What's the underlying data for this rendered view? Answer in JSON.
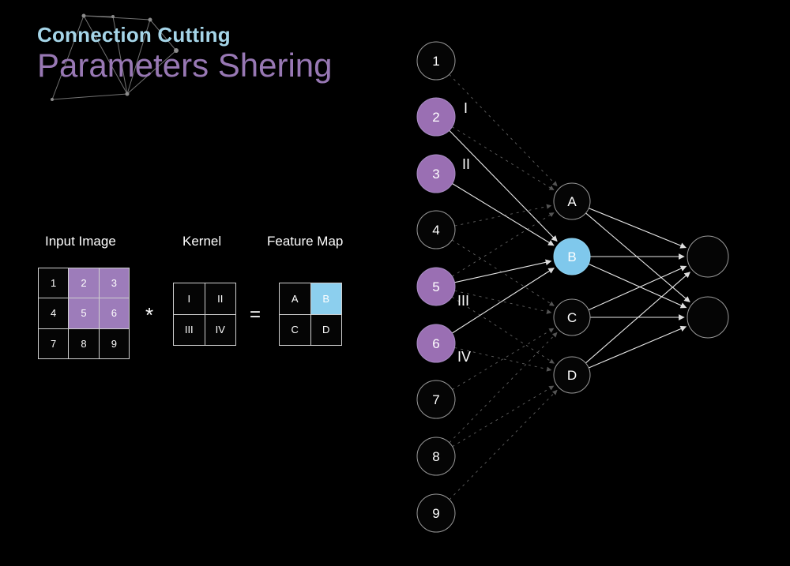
{
  "title": {
    "line1": "Connection Cutting",
    "line2": "Parameters Shering"
  },
  "colors": {
    "background": "#000000",
    "title_blue": "#a5d5e8",
    "title_purple": "#9878b4",
    "node_purple": "#9a6fb3",
    "node_blue": "#7fc8ec",
    "cell_purple": "#9d7cba",
    "cell_blue": "#8ccfee"
  },
  "convolution": {
    "input_label": "Input Image",
    "kernel_label": "Kernel",
    "feature_label": "Feature Map",
    "op_multiply": "*",
    "op_equals": "=",
    "input_cells": [
      "1",
      "2",
      "3",
      "4",
      "5",
      "6",
      "7",
      "8",
      "9"
    ],
    "highlighted_input_cells": [
      "2",
      "3",
      "5",
      "6"
    ],
    "kernel_cells": [
      "I",
      "II",
      "III",
      "IV"
    ],
    "feature_cells": [
      "A",
      "B",
      "C",
      "D"
    ],
    "highlighted_feature_cell": "B"
  },
  "network": {
    "input_nodes": [
      "1",
      "2",
      "3",
      "4",
      "5",
      "6",
      "7",
      "8",
      "9"
    ],
    "highlighted_inputs": [
      "2",
      "3",
      "5",
      "6"
    ],
    "hidden_nodes": [
      "A",
      "B",
      "C",
      "D"
    ],
    "highlighted_hidden": "B",
    "output_nodes": [
      "",
      ""
    ],
    "roman_labels": [
      "I",
      "II",
      "III",
      "IV"
    ],
    "solid_edges": [
      "2>B",
      "3>B",
      "5>B",
      "6>B",
      "A>O1",
      "A>O2",
      "B>O1",
      "B>O2",
      "C>O1",
      "C>O2",
      "D>O1",
      "D>O2"
    ],
    "dashed_edges": [
      "1>A",
      "2>A",
      "4>A",
      "5>A",
      "4>C",
      "5>C",
      "7>C",
      "8>C",
      "5>D",
      "6>D",
      "8>D",
      "9>D"
    ]
  }
}
